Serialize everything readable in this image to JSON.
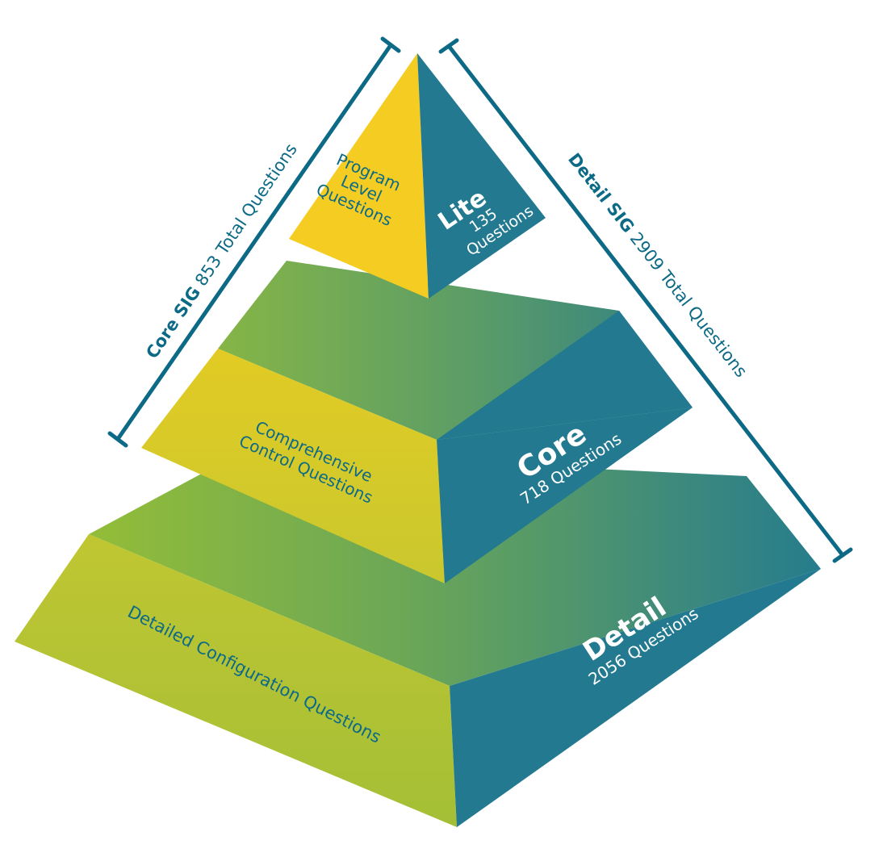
{
  "colors": {
    "teal": "#237a90",
    "dark_teal_text": "#0d6a86",
    "yellow": "#f4cc22",
    "lime": "#b7c532",
    "green": "#8bbb3c",
    "bracket": "#0d6a86"
  },
  "brackets": {
    "core_sig": {
      "name": "Core SIG",
      "count": "853",
      "suffix": "Total Questions"
    },
    "detail_sig": {
      "name": "Detail SIG",
      "count": "2909",
      "suffix": "Total Questions"
    }
  },
  "tiers": {
    "lite": {
      "left_label": [
        "Program",
        "Level",
        "Questions"
      ],
      "title": "Lite",
      "count_line1": "135",
      "count_line2": "Questions"
    },
    "core": {
      "left_label": [
        "Comprehensive",
        "Control Questions"
      ],
      "title": "Core",
      "count": "718 Questions"
    },
    "detail": {
      "left_label": "Detailed Configuration Questions",
      "title": "Detail",
      "count": "2056 Questions"
    }
  }
}
